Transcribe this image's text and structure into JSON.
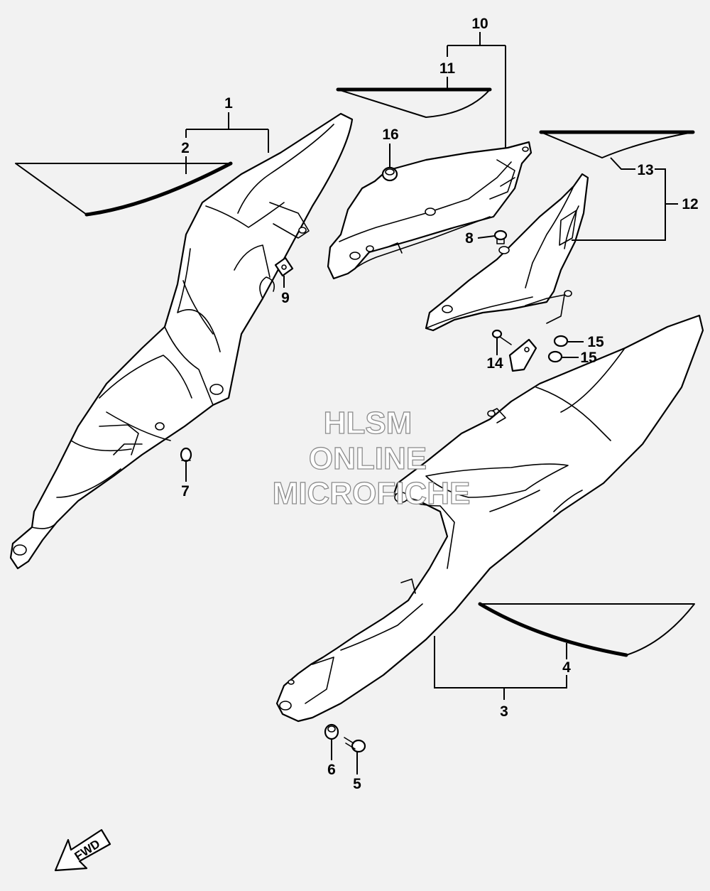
{
  "diagram": {
    "callouts": {
      "c1": "1",
      "c2": "2",
      "c3": "3",
      "c4": "4",
      "c5": "5",
      "c6": "6",
      "c7": "7",
      "c8": "8",
      "c9": "9",
      "c10": "10",
      "c11": "11",
      "c12": "12",
      "c13": "13",
      "c14": "14",
      "c15a": "15",
      "c15b": "15",
      "c16": "16"
    },
    "watermark": {
      "line1": "HLSM",
      "line2": "ONLINE",
      "line3": "MICROFICHE"
    },
    "fwd_label": "FWD",
    "colors": {
      "background": "#f2f2f2",
      "line": "#000000",
      "watermark_outline": "#8c8c8c"
    }
  }
}
